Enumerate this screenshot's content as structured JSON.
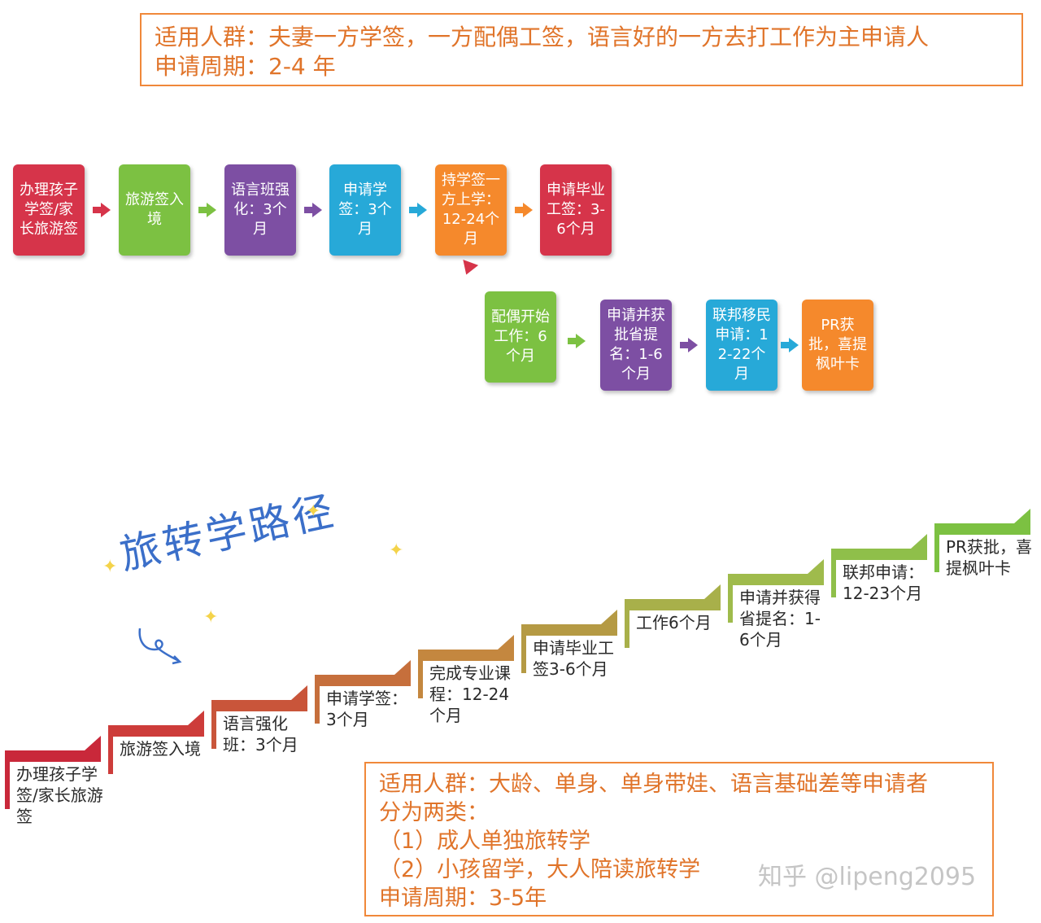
{
  "top_note": {
    "line1": "适用人群：夫妻一方学签，一方配偶工签，语言好的一方去打工作为主申请人",
    "line2": "申请周期：2-4 年"
  },
  "flow_row1": [
    {
      "text": "办理孩子学签/家长旅游签",
      "color": "#d6344a"
    },
    {
      "text": "旅游签入境",
      "color": "#7cc142"
    },
    {
      "text": "语言班强化：3个月",
      "color": "#7d4fa3"
    },
    {
      "text": "申请学签：3个月",
      "color": "#27a9d8"
    },
    {
      "text": "持学签一方上学：12-24个月",
      "color": "#f5892c"
    },
    {
      "text": "申请毕业工签：3-6个月",
      "color": "#d6344a"
    }
  ],
  "flow_row2": [
    {
      "text": "配偶开始工作：6个月",
      "color": "#7cc142"
    },
    {
      "text": "申请并获批省提名：1-6个月",
      "color": "#7d4fa3"
    },
    {
      "text": "联邦移民申请：12-22个月",
      "color": "#27a9d8"
    },
    {
      "text": "PR获批，喜提枫叶卡",
      "color": "#f5892c"
    }
  ],
  "path_title": "旅转学路径",
  "steps": [
    {
      "text": "办理孩子学签/家长旅游签",
      "color": "#c9283a"
    },
    {
      "text": "旅游签入境",
      "color": "#cd3c3a"
    },
    {
      "text": "语言强化班：3个月",
      "color": "#c9553a"
    },
    {
      "text": "申请学签：3个月",
      "color": "#c66f3c"
    },
    {
      "text": "完成专业课程：12-24个月",
      "color": "#c4873f"
    },
    {
      "text": "申请毕业工签3-6个月",
      "color": "#b59a44"
    },
    {
      "text": "工作6个月",
      "color": "#a8b04a"
    },
    {
      "text": "申请并获得省提名：1-6个月",
      "color": "#9fbb4c"
    },
    {
      "text": "联邦申请：12-23个月",
      "color": "#8fbf4a"
    },
    {
      "text": "PR获批，喜提枫叶卡",
      "color": "#7cc142"
    }
  ],
  "bottom_note": {
    "line1": "适用人群：大龄、单身、单身带娃、语言基础差等申请者",
    "line2": "分为两类：",
    "line3": "（1）成人单独旅转学",
    "line4": "（2）小孩留学，大人陪读旅转学",
    "line5": "申请周期：3-5年"
  },
  "watermark": "知乎 @lipeng2095"
}
